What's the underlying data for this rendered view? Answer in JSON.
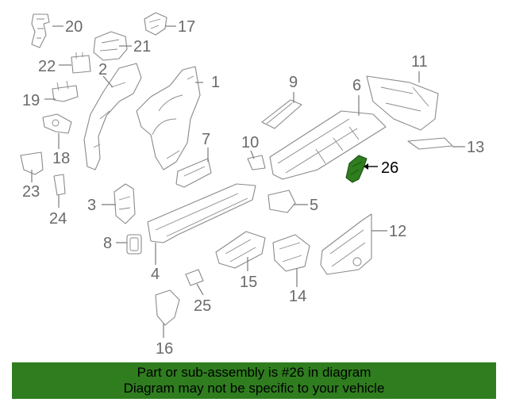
{
  "callouts": [
    {
      "num": "1"
    },
    {
      "num": "2"
    },
    {
      "num": "3"
    },
    {
      "num": "4"
    },
    {
      "num": "5"
    },
    {
      "num": "6"
    },
    {
      "num": "7"
    },
    {
      "num": "8"
    },
    {
      "num": "9"
    },
    {
      "num": "10"
    },
    {
      "num": "11"
    },
    {
      "num": "12"
    },
    {
      "num": "13"
    },
    {
      "num": "14"
    },
    {
      "num": "15"
    },
    {
      "num": "16"
    },
    {
      "num": "17"
    },
    {
      "num": "18"
    },
    {
      "num": "19"
    },
    {
      "num": "20"
    },
    {
      "num": "21"
    },
    {
      "num": "22"
    },
    {
      "num": "23"
    },
    {
      "num": "24"
    },
    {
      "num": "25"
    },
    {
      "num": "26",
      "highlighted": true
    }
  ],
  "banner": {
    "line1": "Part or sub-assembly is #26 in diagram",
    "line2": "Diagram may not be specific to your vehicle",
    "color": "#2f7d1f"
  },
  "highlight_color": "#2f7d1f"
}
